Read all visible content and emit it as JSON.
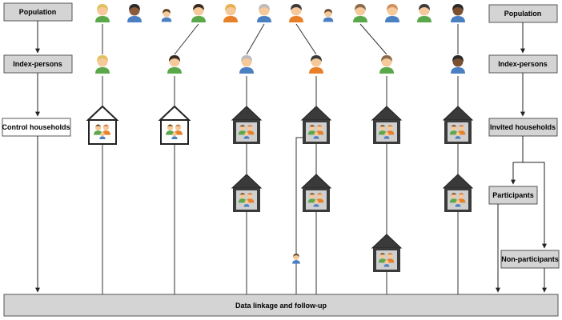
{
  "left_flow": {
    "population": "Population",
    "index_persons": "Index-persons",
    "control_households": "Control households"
  },
  "right_flow": {
    "population": "Population",
    "index_persons": "Index-persons",
    "invited_households": "Invited households",
    "participants": "Participants",
    "non_participants": "Non-participants"
  },
  "bottom_bar": "Data linkage and follow-up",
  "colors": {
    "box_fill": "#d4d4d4",
    "control_box_fill": "#ffffff",
    "line": "#333333",
    "invited_house_roof": "#3a3a3a",
    "control_house_roof": "#ffffff",
    "house_window": "#cfcfcf",
    "person_green": "#5aa84a",
    "person_blue": "#4a7fc1",
    "person_orange": "#e8802a"
  },
  "icons": {
    "population_people": [
      {
        "shirt": "#5aa84a",
        "hair": "#e0c060",
        "skin": "#f5c99a"
      },
      {
        "shirt": "#4a7fc1",
        "hair": "#2a2a2a",
        "skin": "#8a5a3a"
      },
      {
        "shirt": "#4a7fc1",
        "hair": "#5a3a20",
        "skin": "#f5c99a"
      },
      {
        "shirt": "#5aa84a",
        "hair": "#3a2a20",
        "skin": "#f5c99a"
      },
      {
        "shirt": "#e8802a",
        "hair": "#e8b050",
        "skin": "#f5c99a"
      },
      {
        "shirt": "#4a7fc1",
        "hair": "#bbbbbb",
        "skin": "#f5c99a"
      },
      {
        "shirt": "#e8802a",
        "hair": "#3a3a3a",
        "skin": "#f5c99a"
      },
      {
        "shirt": "#4a7fc1",
        "hair": "#6a4a2a",
        "skin": "#f5c99a"
      },
      {
        "shirt": "#5aa84a",
        "hair": "#8a6a4a",
        "skin": "#f5c99a"
      },
      {
        "shirt": "#4a7fc1",
        "hair": "#d09060",
        "skin": "#f5c99a"
      },
      {
        "shirt": "#5aa84a",
        "hair": "#3a3a3a",
        "skin": "#f5c99a"
      },
      {
        "shirt": "#4a7fc1",
        "hair": "#2a2a2a",
        "skin": "#7a5030"
      }
    ],
    "index_people": [
      {
        "shirt": "#5aa84a",
        "hair": "#e0c060",
        "skin": "#f5c99a"
      },
      {
        "shirt": "#5aa84a",
        "hair": "#3a2a20",
        "skin": "#f5c99a"
      },
      {
        "shirt": "#4a7fc1",
        "hair": "#bbbbbb",
        "skin": "#f5c99a"
      },
      {
        "shirt": "#e8802a",
        "hair": "#3a3a3a",
        "skin": "#f5c99a"
      },
      {
        "shirt": "#5aa84a",
        "hair": "#8a6a4a",
        "skin": "#f5c99a"
      },
      {
        "shirt": "#4a7fc1",
        "hair": "#2a2a2a",
        "skin": "#7a5030"
      }
    ]
  }
}
